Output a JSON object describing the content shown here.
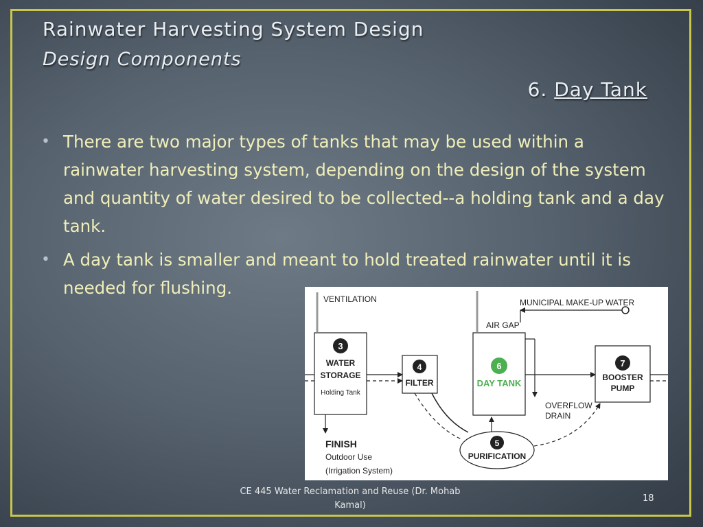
{
  "slide": {
    "title_line1": "Rainwater Harvesting System Design",
    "title_line2": "Design Components",
    "subtitle_number": "6.",
    "subtitle_text": "Day Tank",
    "bullets": [
      "There are two major types of tanks that may be used within a rainwater harvesting system, depending on the design of the system and quantity of water desired to be collected--a holding tank and a day tank.",
      "A day tank is smaller and meant to hold treated rainwater until it is needed for flushing."
    ],
    "footer": "CE 445 Water Reclamation and Reuse (Dr. Mohab Kamal)",
    "page_number": "18"
  },
  "diagram": {
    "ventilation": "VENTILATION",
    "municipal": "MUNICIPAL MAKE-UP WATER",
    "air_gap": "AIR GAP",
    "storage_num": "3",
    "storage_line1": "WATER",
    "storage_line2": "STORAGE",
    "storage_sub": "Holding Tank",
    "filter_num": "4",
    "filter_label": "FILTER",
    "daytank_num": "6",
    "daytank_label": "DAY TANK",
    "pump_num": "7",
    "pump_line1": "BOOSTER",
    "pump_line2": "PUMP",
    "overflow_line1": "OVERFLOW",
    "overflow_line2": "DRAIN",
    "purification_num": "5",
    "purification_label": "PURIFICATION",
    "finish_title": "FINISH",
    "finish_line1": "Outdoor Use",
    "finish_line2": "(Irrigation System)",
    "accent_color": "#4caf50"
  }
}
